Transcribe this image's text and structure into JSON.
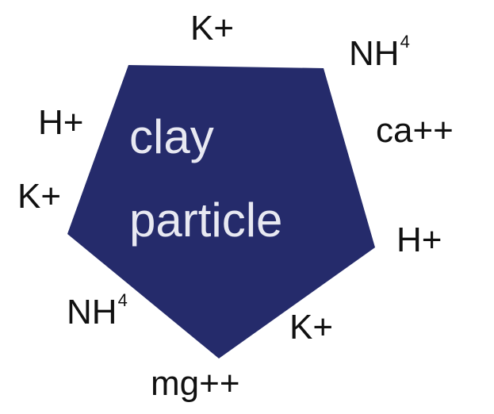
{
  "particle": {
    "label_line1": "clay",
    "label_line2": "particle",
    "fill_color": "#252b6b",
    "text_color": "#e8e9f2"
  },
  "ions": {
    "k_top": "K+",
    "nh4_top": {
      "base": "NH",
      "sup": "4"
    },
    "h_left": "H+",
    "ca_right": "ca++",
    "k_left": "K+",
    "h_right": "H+",
    "nh4_bottom": {
      "base": "NH",
      "sup": "4"
    },
    "k_bottom_right": "K+",
    "mg_bottom": "mg++"
  }
}
